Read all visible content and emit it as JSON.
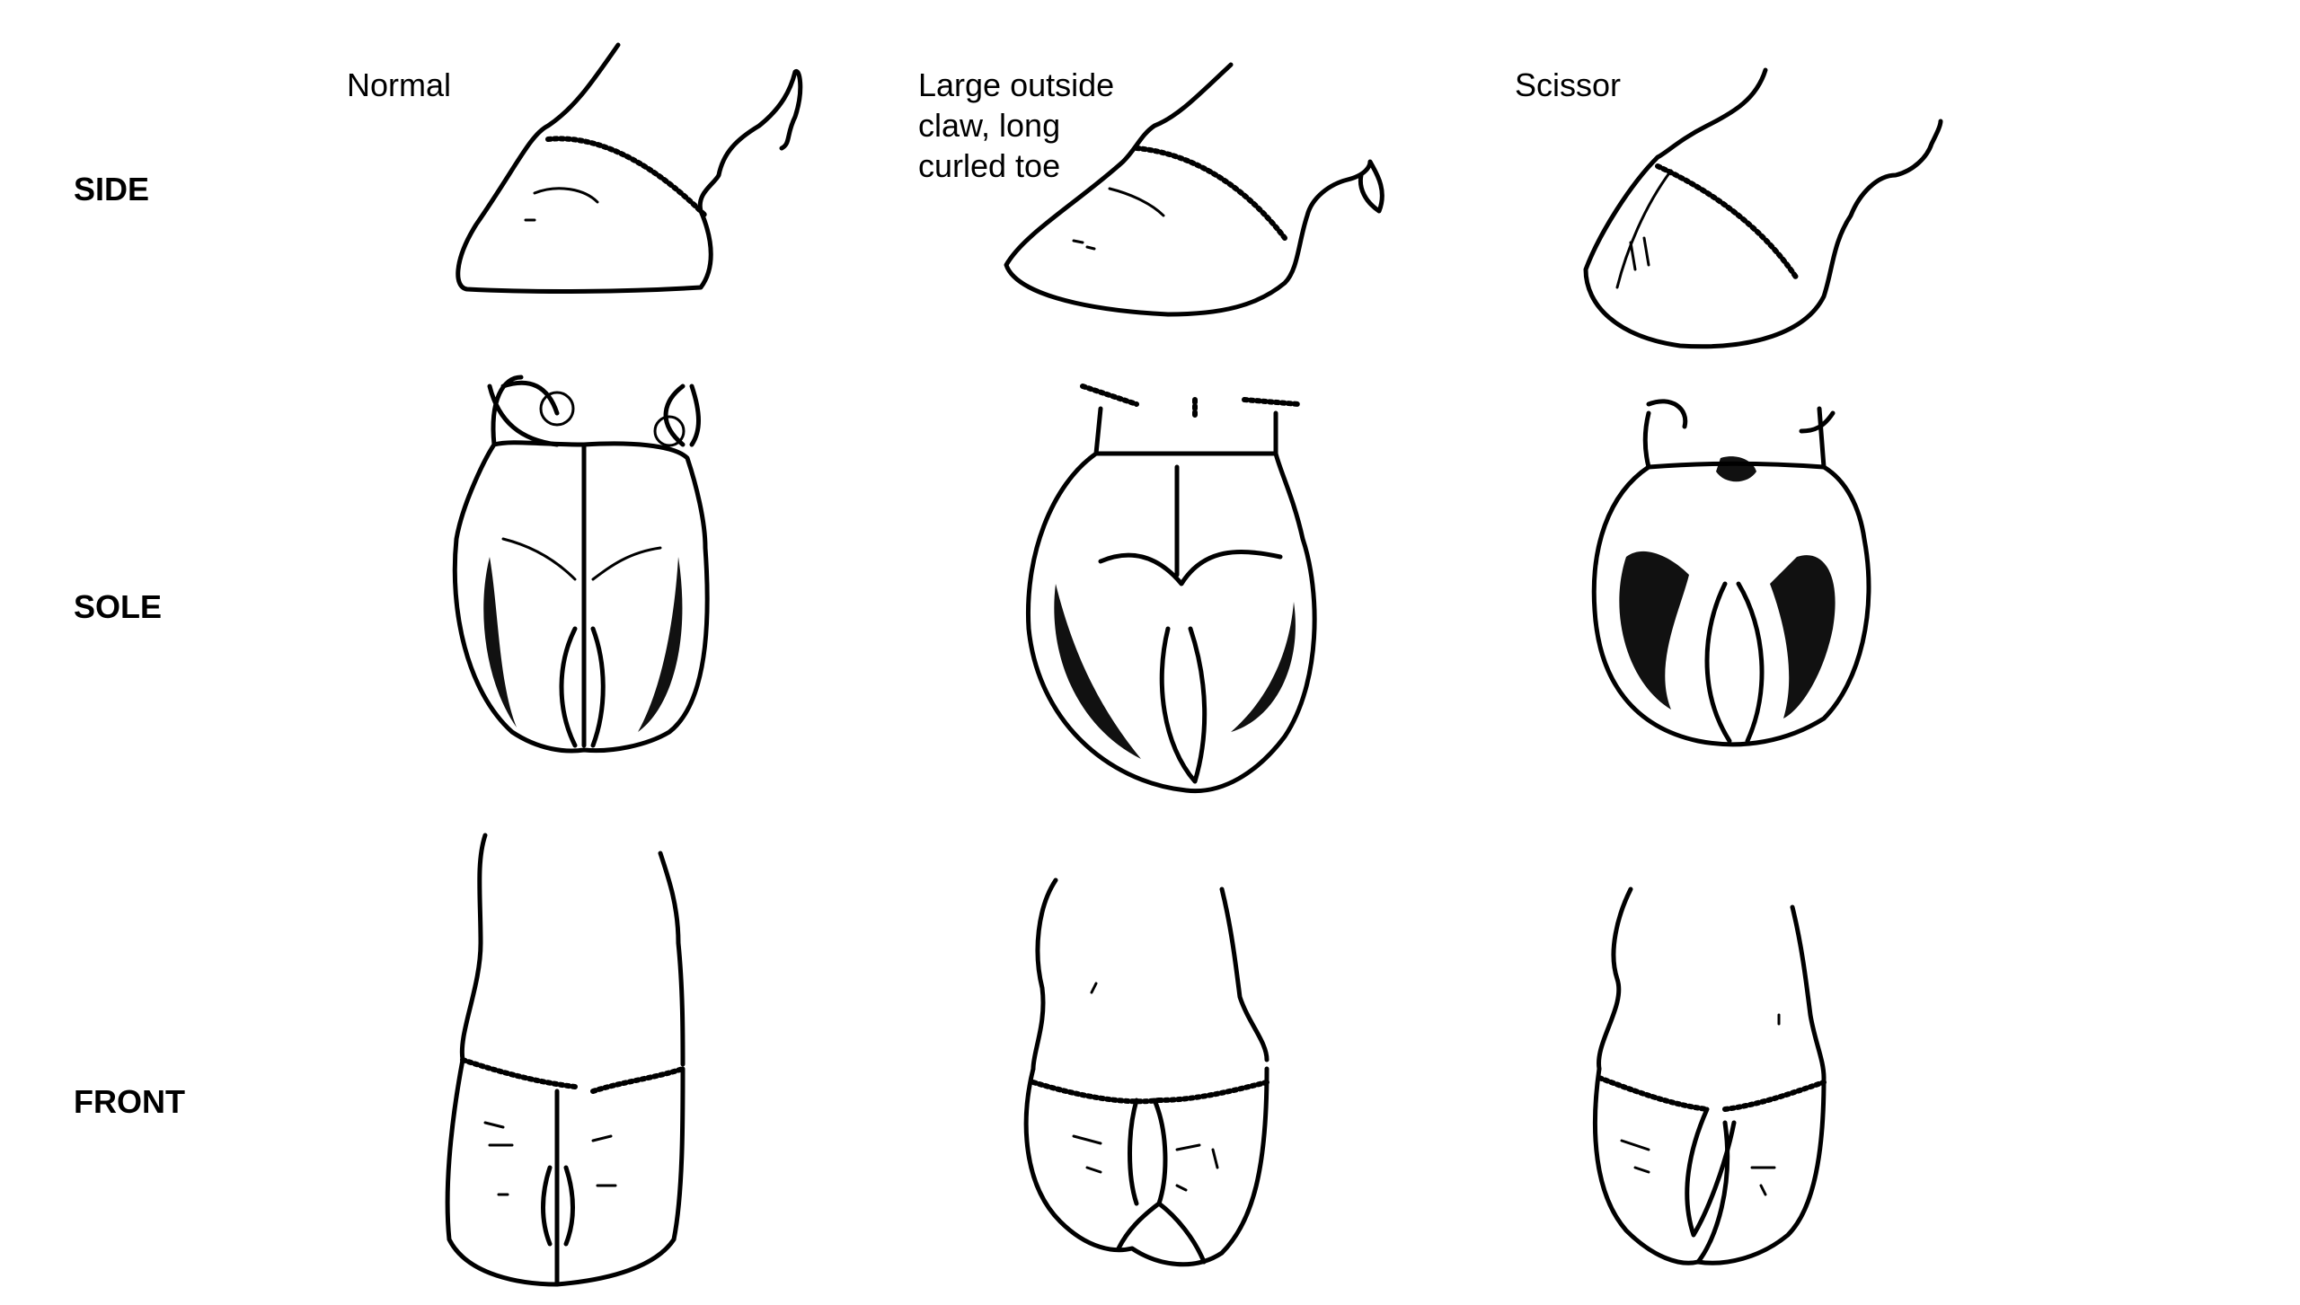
{
  "columns": [
    {
      "label": "Normal"
    },
    {
      "label": "Large outside\nclaw, long\ncurled toe"
    },
    {
      "label": "Scissor"
    }
  ],
  "rows": [
    {
      "label": "SIDE"
    },
    {
      "label": "SOLE"
    },
    {
      "label": "FRONT"
    }
  ],
  "colors": {
    "ink": "#000000",
    "background": "#ffffff"
  }
}
